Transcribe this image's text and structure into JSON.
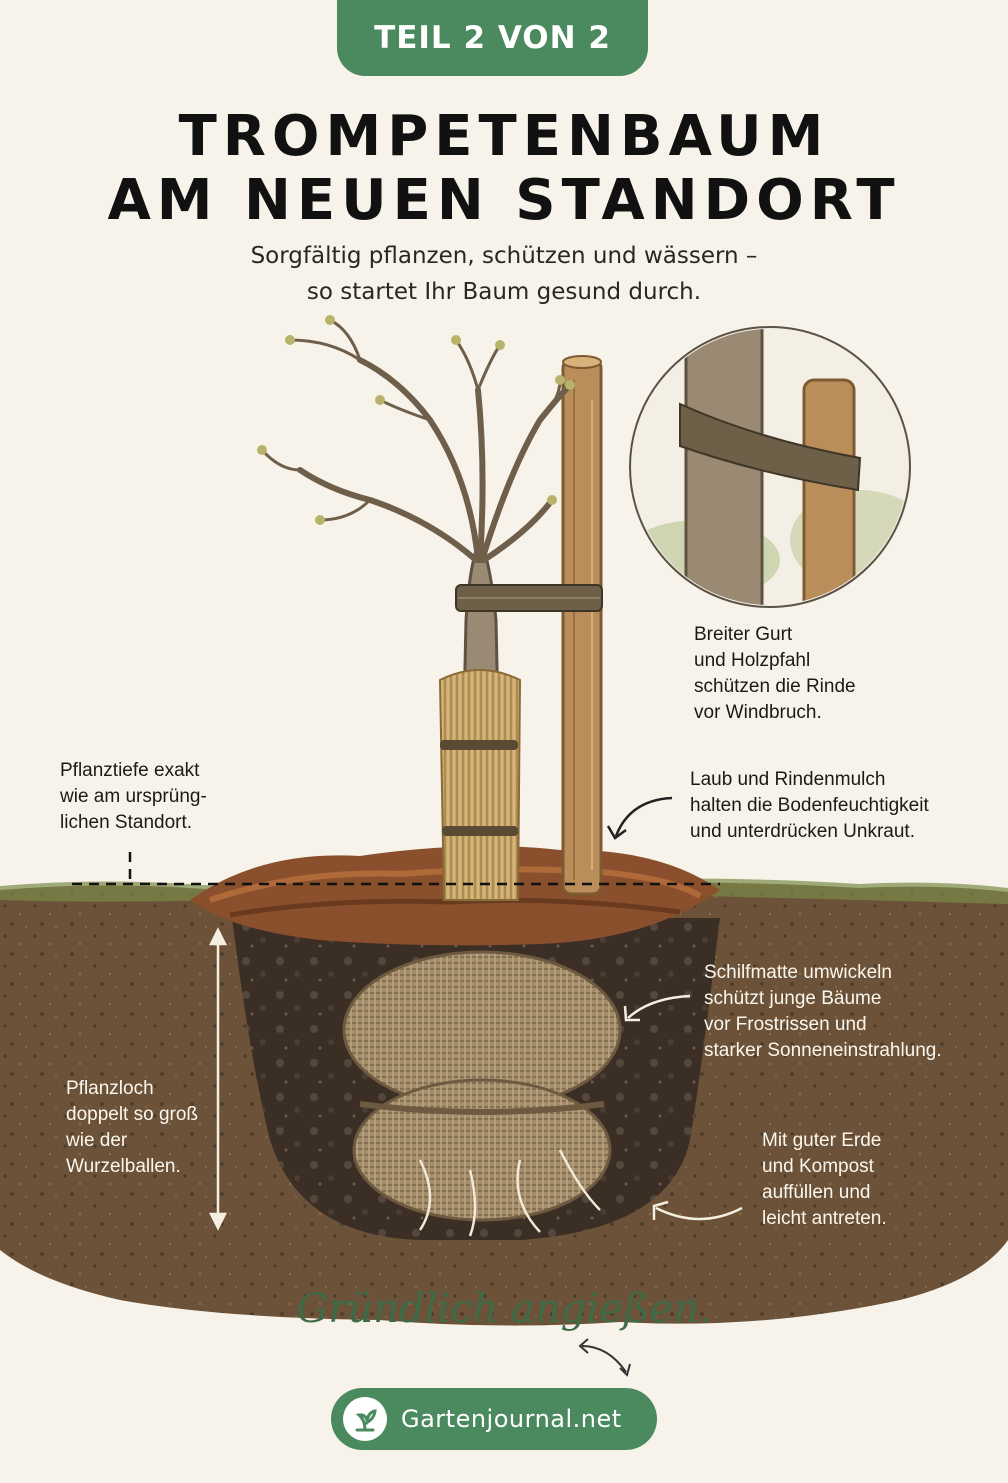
{
  "header": {
    "tag": "TEIL 2 VON 2",
    "title_line1": "TROMPETENBAUM",
    "title_line2": "AM NEUEN STANDORT",
    "subtitle_line1": "Sorgfältig pflanzen, schützen und wässern –",
    "subtitle_line2": "so startet Ihr Baum gesund durch."
  },
  "annotations": {
    "strap": [
      "Breiter Gurt",
      "und Holzpfahl",
      "schützen die Rinde",
      "vor Windbruch."
    ],
    "depth": [
      "Pflanztiefe exakt",
      "wie am ursprüng-",
      "lichen Standort."
    ],
    "mulch": [
      "Laub und Rindenmulch",
      "halten die Bodenfeuchtigkeit",
      "und unterdrücken Unkraut."
    ],
    "reed": [
      "Schilfmatte umwickeln",
      "schützt junge Bäume",
      "vor Frostrissen und",
      "starker Sonneneinstrahlung."
    ],
    "hole": [
      "Pflanzloch",
      "doppelt so groß",
      "wie der",
      "Wurzelballen."
    ],
    "soil": [
      "Mit guter Erde",
      "und Kompost",
      "auffüllen und",
      "leicht antreten."
    ]
  },
  "footer": {
    "watering": "Gründlich angießen.",
    "brand": "Gartenjournal.net"
  },
  "colors": {
    "accent_green": "#4a8a5e",
    "script_green": "#3e6b47",
    "soil": "#6b5238",
    "soil_dark": "#3b2e24",
    "mulch": "#8a4f2c",
    "bark": "#9a8a74",
    "stake": "#b98e5a",
    "burlap": "#a48d6b",
    "reed": "#c9a86a"
  },
  "icons": [
    "plant-logo-icon",
    "arrow-icon",
    "double-arrow-icon"
  ]
}
